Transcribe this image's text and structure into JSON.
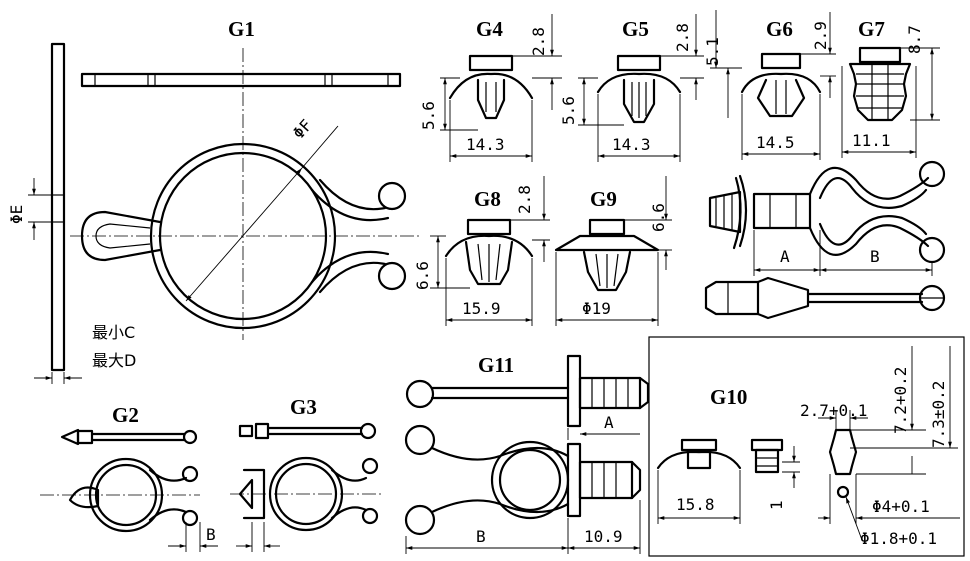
{
  "labels": {
    "g1": "G1",
    "g2": "G2",
    "g3": "G3",
    "g4": "G4",
    "g5": "G5",
    "g6": "G6",
    "g7": "G7",
    "g8": "G8",
    "g9": "G9",
    "g10": "G10",
    "g11": "G11"
  },
  "dims": {
    "phiF": "ΦF",
    "phiE": "ΦE",
    "minC": "最小C",
    "maxD": "最大D",
    "g4_top": "2.8",
    "g4_side": "5.6",
    "g4_width": "14.3",
    "g5_top": "2.8",
    "g5_side": "5.6",
    "g5_width": "14.3",
    "g6_top": "2.9",
    "g6_side": "5.1",
    "g6_width": "14.5",
    "g7_top": "8.7",
    "g7_width": "11.1",
    "g8_top": "2.8",
    "g8_side": "6.6",
    "g8_width": "15.9",
    "g9_top": "6.6",
    "g9_width": "Φ19",
    "ab_A": "A",
    "ab_B": "B",
    "g2_B": "B",
    "g11_A": "A",
    "g11_B": "B",
    "g11_width": "10.9",
    "g10_width": "15.8",
    "g10_one": "1",
    "g10_d1": "2.7+0.1",
    "g10_d2": "7.2+0.2",
    "g10_d3": "7.3±0.2",
    "g10_d4": "Φ4+0.1",
    "g10_d5": "Φ1.8+0.1"
  }
}
